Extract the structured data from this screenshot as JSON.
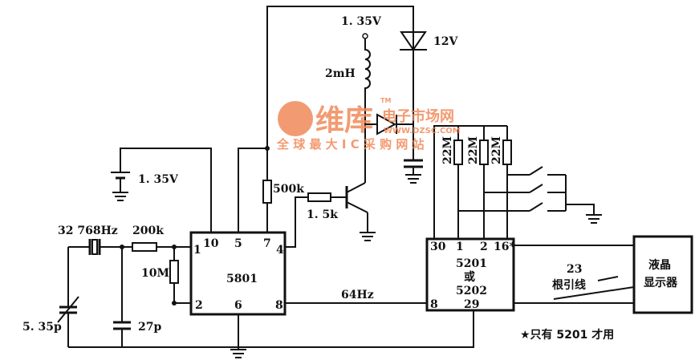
{
  "labels": {
    "v_top": "1. 35V",
    "inductor": "2mH",
    "zener": "12V",
    "battery": "1. 35V",
    "r500k": "500k",
    "r1_5k": "1. 5k",
    "crystal": "32  768Hz",
    "r200k": "200k",
    "r10m": "10M",
    "c_var": "5. 35p",
    "c27p": "27p",
    "freq": "64Hz",
    "r22m": [
      "22M",
      "22M",
      "22M"
    ],
    "wires_count": "23",
    "wires_label": "根引线",
    "note": "★只有 5201 才用"
  },
  "ic5801": {
    "name": "5801",
    "pins": {
      "p10": "10",
      "p5": "5",
      "p7": "7",
      "p1": "1",
      "p4": "4",
      "p2": "2",
      "p6": "6",
      "p8": "8"
    }
  },
  "ic5201": {
    "name1": "5201",
    "or": "或",
    "name2": "5202",
    "pins": {
      "p30": "30",
      "p1": "1",
      "p2": "2",
      "p16": "16*",
      "p8": "8",
      "p29": "29"
    }
  },
  "lcd": {
    "line1": "液晶",
    "line2": "显示器"
  },
  "watermark": {
    "brand": "维库",
    "tm": "TM",
    "title": "电子市场网",
    "url": "WWW.DZSC.COM",
    "slogan": "全 球 最 大 I C 采 购 网 站"
  }
}
